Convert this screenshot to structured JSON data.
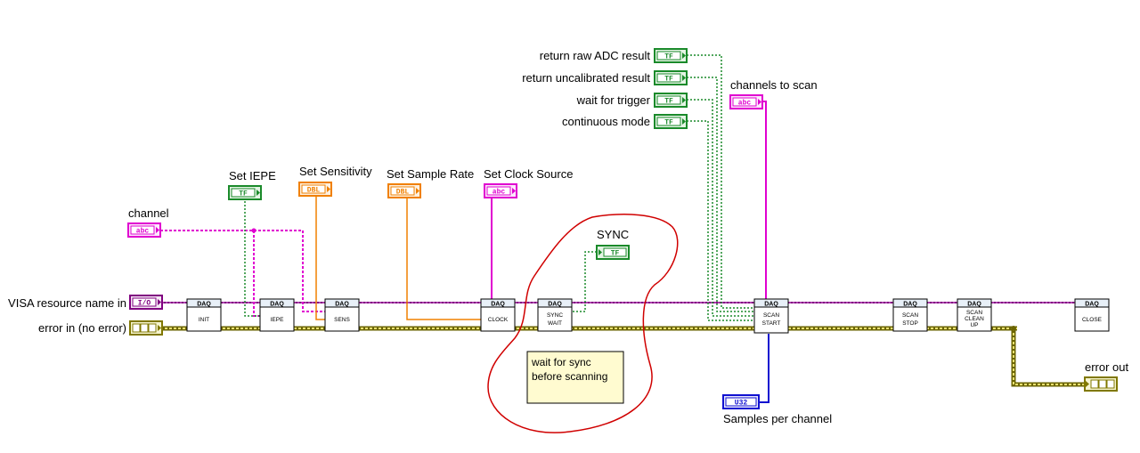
{
  "labels": {
    "visa_resource": "VISA resource name in",
    "error_in": "error in (no error)",
    "error_out": "error out",
    "channel": "channel",
    "set_iepe": "Set IEPE",
    "set_sensitivity": "Set Sensitivity",
    "set_sample_rate": "Set Sample Rate",
    "set_clock_source": "Set Clock Source",
    "sync": "SYNC",
    "return_raw": "return raw ADC result",
    "return_uncal": "return uncalibrated result",
    "wait_trigger": "wait for trigger",
    "continuous": "continuous mode",
    "channels_to_scan": "channels to scan",
    "samples_per_channel": "Samples per channel"
  },
  "terminal_tags": {
    "io": "I/O",
    "tf": "TF",
    "dbl": "DBL",
    "abc": "abc",
    "u32": "U32"
  },
  "vi_header": "DAQ",
  "vis": [
    {
      "id": "init",
      "lines": [
        "INIT"
      ]
    },
    {
      "id": "iepe",
      "lines": [
        "IEPE"
      ]
    },
    {
      "id": "sens",
      "lines": [
        "SENS"
      ]
    },
    {
      "id": "clock",
      "lines": [
        "CLOCK"
      ]
    },
    {
      "id": "sync-wait",
      "lines": [
        "SYNC",
        "WAIT"
      ]
    },
    {
      "id": "scan-start",
      "lines": [
        "SCAN",
        "START"
      ]
    },
    {
      "id": "scan-stop",
      "lines": [
        "SCAN",
        "STOP"
      ]
    },
    {
      "id": "scan-clean-up",
      "lines": [
        "SCAN",
        "CLEAN",
        "UP"
      ]
    },
    {
      "id": "close",
      "lines": [
        "CLOSE"
      ]
    }
  ],
  "comment": {
    "line1": "wait for sync",
    "line2": "before scanning"
  },
  "colors": {
    "boolean": "#1a8a2a",
    "string": "#e000d0",
    "double": "#f08000",
    "u32": "#1010d0",
    "visa": "#800080",
    "error": "#807800",
    "highlight": "#d00000"
  }
}
